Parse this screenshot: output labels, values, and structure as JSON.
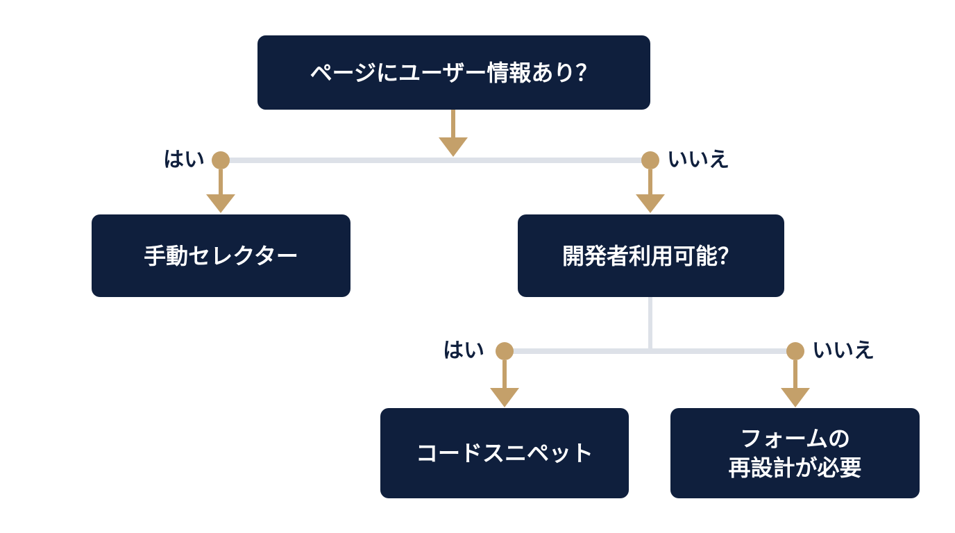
{
  "colors": {
    "node_fill": "#0f1f3d",
    "node_text": "#ffffff",
    "connector_line": "#dde1e8",
    "arrow": "#c4a06a",
    "label_text": "#0f1f3d",
    "background": "#ffffff"
  },
  "nodes": {
    "root_question": "ページにユーザー情報あり？",
    "manual_selector": "手動セレクター",
    "developer_question": "開発者利用可能？",
    "code_snippet": "コードスニペット",
    "form_redesign": "フォームの\n再設計が必要"
  },
  "branches": {
    "root_yes": "はい",
    "root_no": "いいえ",
    "dev_yes": "はい",
    "dev_no": "いいえ"
  }
}
